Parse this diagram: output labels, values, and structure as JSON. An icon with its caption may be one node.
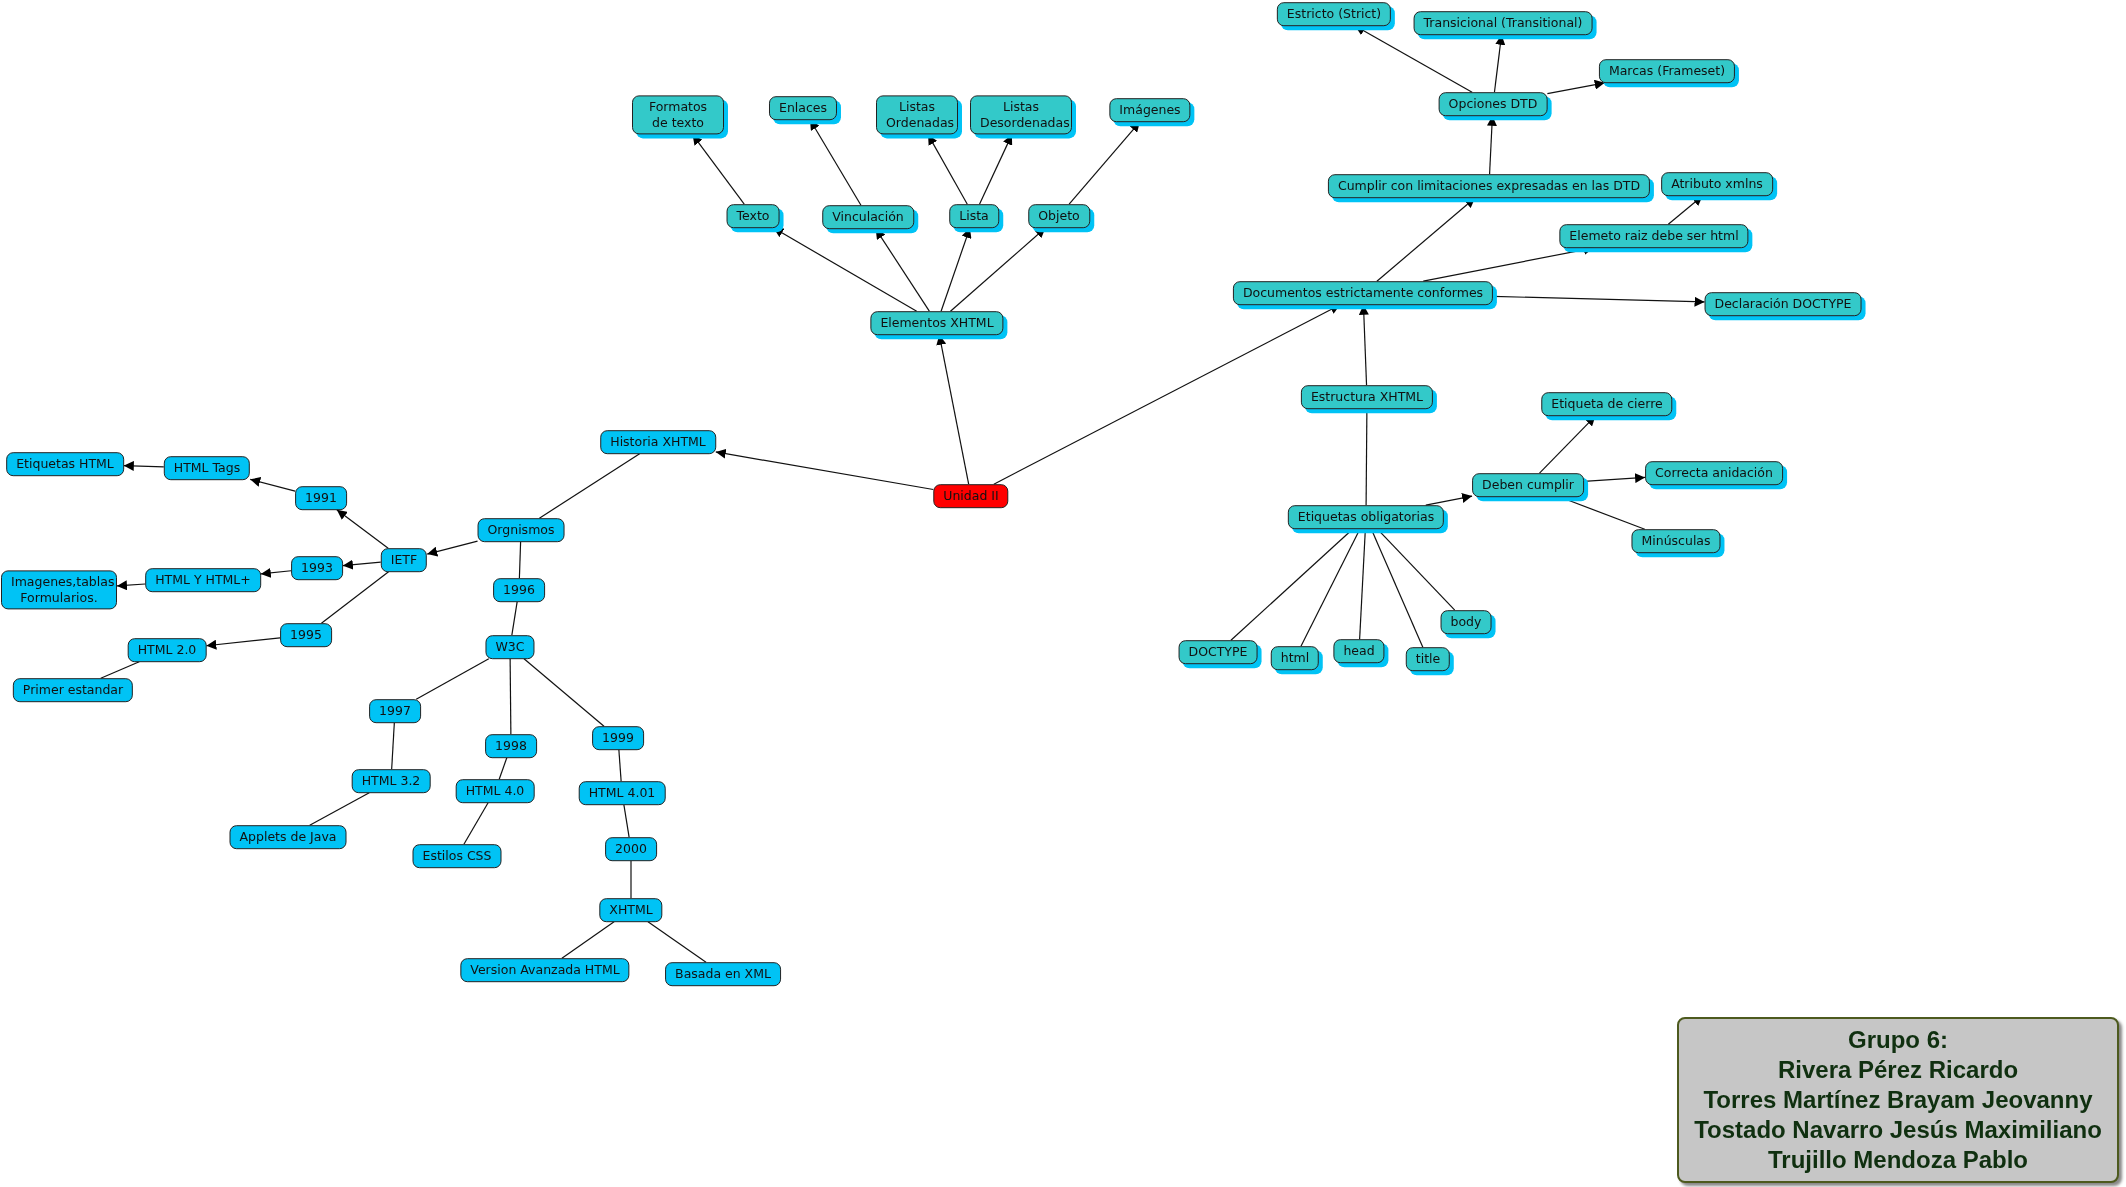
{
  "diagram": {
    "nodes": [
      {
        "text": [
          "Unidad II"
        ]
      },
      {
        "text": [
          "Historia XHTML"
        ]
      },
      {
        "text": [
          "Orgnismos"
        ]
      },
      {
        "text": [
          "IETF"
        ]
      },
      {
        "text": [
          "1991"
        ]
      },
      {
        "text": [
          "HTML Tags"
        ]
      },
      {
        "text": [
          "Etiquetas HTML"
        ]
      },
      {
        "text": [
          "1993"
        ]
      },
      {
        "text": [
          "HTML Y HTML+"
        ]
      },
      {
        "text": [
          "Imagenes,tablas Formularios."
        ]
      },
      {
        "text": [
          "1995"
        ]
      },
      {
        "text": [
          "HTML 2.0"
        ]
      },
      {
        "text": [
          "Primer estandar"
        ]
      },
      {
        "text": [
          "1996"
        ]
      },
      {
        "text": [
          "W3C"
        ]
      },
      {
        "text": [
          "1997"
        ]
      },
      {
        "text": [
          "HTML 3.2"
        ]
      },
      {
        "text": [
          "Applets de Java"
        ]
      },
      {
        "text": [
          "1998"
        ]
      },
      {
        "text": [
          "HTML 4.0"
        ]
      },
      {
        "text": [
          "Estilos CSS"
        ]
      },
      {
        "text": [
          "1999"
        ]
      },
      {
        "text": [
          "HTML 4.01"
        ]
      },
      {
        "text": [
          "2000"
        ]
      },
      {
        "text": [
          "XHTML"
        ]
      },
      {
        "text": [
          "Version Avanzada HTML"
        ]
      },
      {
        "text": [
          "Basada en XML"
        ]
      },
      {
        "text": [
          "Elementos XHTML"
        ]
      },
      {
        "text": [
          "Texto"
        ]
      },
      {
        "text": [
          "Formatos de texto"
        ]
      },
      {
        "text": [
          "Vinculación"
        ]
      },
      {
        "text": [
          "Enlaces"
        ]
      },
      {
        "text": [
          "Lista"
        ]
      },
      {
        "text": [
          "Listas Ordenadas"
        ]
      },
      {
        "text": [
          "Listas Desordenadas"
        ]
      },
      {
        "text": [
          "Objeto"
        ]
      },
      {
        "text": [
          "Imágenes"
        ]
      },
      {
        "text": [
          "Documentos estrictamente conformes"
        ]
      },
      {
        "text": [
          "Cumplir con limitaciones expresadas en las DTD"
        ]
      },
      {
        "text": [
          "Opciones DTD"
        ]
      },
      {
        "text": [
          "Estricto (Strict)"
        ]
      },
      {
        "text": [
          "Transicional (Transitional)"
        ]
      },
      {
        "text": [
          "Marcas (Frameset)"
        ]
      },
      {
        "text": [
          "Elemeto raiz debe ser html"
        ]
      },
      {
        "text": [
          "Atributo xmlns"
        ]
      },
      {
        "text": [
          "Declaración DOCTYPE"
        ]
      },
      {
        "text": [
          "Estructura XHTML"
        ]
      },
      {
        "text": [
          "Etiquetas obligatorias"
        ]
      },
      {
        "text": [
          "Deben cumplir"
        ]
      },
      {
        "text": [
          "Etiqueta de cierre"
        ]
      },
      {
        "text": [
          "Correcta anidación"
        ]
      },
      {
        "text": [
          "Minúsculas"
        ]
      },
      {
        "text": [
          "DOCTYPE"
        ]
      },
      {
        "text": [
          "html"
        ]
      },
      {
        "text": [
          "head"
        ]
      },
      {
        "text": [
          "title"
        ]
      },
      {
        "text": [
          "body"
        ]
      },
      {
        "text": [
          "Grupo 6:",
          "Rivera Pérez Ricardo",
          "Torres Martínez Brayam Jeovanny",
          "Tostado Navarro Jesús Maximiliano",
          "Trujillo Mendoza Pablo"
        ]
      }
    ],
    "edges": [
      {
        "from": 0,
        "to": 1,
        "arrow": "to"
      },
      {
        "from": 0,
        "to": 27,
        "arrow": "to"
      },
      {
        "from": 0,
        "to": 37,
        "arrow": "to"
      },
      {
        "from": 1,
        "to": 2,
        "arrow": "none"
      },
      {
        "from": 2,
        "to": 3,
        "arrow": "to"
      },
      {
        "from": 3,
        "to": 4,
        "arrow": "to"
      },
      {
        "from": 4,
        "to": 5,
        "arrow": "to"
      },
      {
        "from": 5,
        "to": 6,
        "arrow": "to"
      },
      {
        "from": 3,
        "to": 7,
        "arrow": "to"
      },
      {
        "from": 7,
        "to": 8,
        "arrow": "to"
      },
      {
        "from": 8,
        "to": 9,
        "arrow": "to"
      },
      {
        "from": 3,
        "to": 10,
        "arrow": "none"
      },
      {
        "from": 10,
        "to": 11,
        "arrow": "to"
      },
      {
        "from": 11,
        "to": 12,
        "arrow": "none"
      },
      {
        "from": 2,
        "to": 13,
        "arrow": "none"
      },
      {
        "from": 13,
        "to": 14,
        "arrow": "none"
      },
      {
        "from": 14,
        "to": 15,
        "arrow": "none"
      },
      {
        "from": 15,
        "to": 16,
        "arrow": "none"
      },
      {
        "from": 16,
        "to": 17,
        "arrow": "none"
      },
      {
        "from": 14,
        "to": 18,
        "arrow": "none"
      },
      {
        "from": 18,
        "to": 19,
        "arrow": "none"
      },
      {
        "from": 19,
        "to": 20,
        "arrow": "none"
      },
      {
        "from": 14,
        "to": 21,
        "arrow": "none"
      },
      {
        "from": 21,
        "to": 22,
        "arrow": "none"
      },
      {
        "from": 22,
        "to": 23,
        "arrow": "none"
      },
      {
        "from": 23,
        "to": 24,
        "arrow": "none"
      },
      {
        "from": 24,
        "to": 25,
        "arrow": "none"
      },
      {
        "from": 24,
        "to": 26,
        "arrow": "none"
      },
      {
        "from": 27,
        "to": 28,
        "arrow": "to"
      },
      {
        "from": 27,
        "to": 30,
        "arrow": "to"
      },
      {
        "from": 27,
        "to": 32,
        "arrow": "to"
      },
      {
        "from": 27,
        "to": 35,
        "arrow": "to"
      },
      {
        "from": 28,
        "to": 29,
        "arrow": "to"
      },
      {
        "from": 30,
        "to": 31,
        "arrow": "to"
      },
      {
        "from": 32,
        "to": 33,
        "arrow": "to"
      },
      {
        "from": 32,
        "to": 34,
        "arrow": "to"
      },
      {
        "from": 35,
        "to": 36,
        "arrow": "to"
      },
      {
        "from": 37,
        "to": 38,
        "arrow": "to"
      },
      {
        "from": 38,
        "to": 39,
        "arrow": "to"
      },
      {
        "from": 39,
        "to": 40,
        "arrow": "to"
      },
      {
        "from": 39,
        "to": 41,
        "arrow": "to"
      },
      {
        "from": 39,
        "to": 42,
        "arrow": "to"
      },
      {
        "from": 37,
        "to": 43,
        "arrow": "to"
      },
      {
        "from": 43,
        "to": 44,
        "arrow": "to"
      },
      {
        "from": 37,
        "to": 45,
        "arrow": "to"
      },
      {
        "from": 46,
        "to": 37,
        "arrow": "to"
      },
      {
        "from": 46,
        "to": 47,
        "arrow": "none"
      },
      {
        "from": 47,
        "to": 48,
        "arrow": "to"
      },
      {
        "from": 48,
        "to": 49,
        "arrow": "to"
      },
      {
        "from": 48,
        "to": 50,
        "arrow": "to"
      },
      {
        "from": 48,
        "to": 51,
        "arrow": "none"
      },
      {
        "from": 47,
        "to": 52,
        "arrow": "none"
      },
      {
        "from": 47,
        "to": 53,
        "arrow": "none"
      },
      {
        "from": 47,
        "to": 54,
        "arrow": "none"
      },
      {
        "from": 47,
        "to": 55,
        "arrow": "none"
      },
      {
        "from": 47,
        "to": 56,
        "arrow": "none"
      }
    ]
  }
}
